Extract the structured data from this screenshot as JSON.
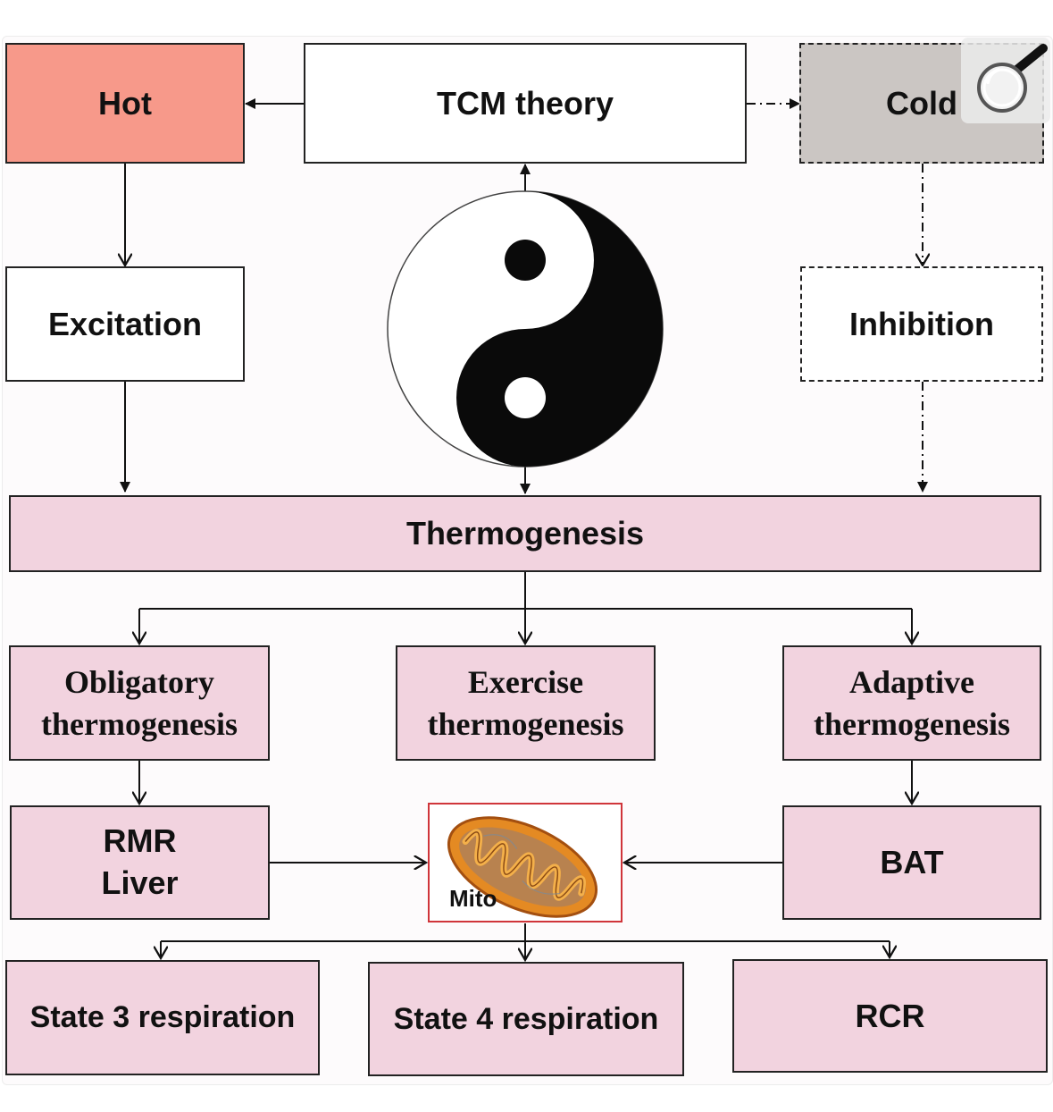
{
  "diagram": {
    "tcm_theory": "TCM theory",
    "hot": "Hot",
    "cold": "Cold",
    "excitation": "Excitation",
    "inhibition": "Inhibition",
    "thermogenesis": "Thermogenesis",
    "obligatory": "Obligatory\nthermogenesis",
    "exercise": "Exercise\nthermogenesis",
    "adaptive": "Adaptive\nthermogenesis",
    "rmr_liver": "RMR\nLiver",
    "bat": "BAT",
    "mito": "Mito",
    "state3": "State 3 respiration",
    "state4": "State 4 respiration",
    "rcr": "RCR"
  },
  "colors": {
    "hot": "#f7998a",
    "cold": "#cbc6c3",
    "pink": "#f2d3df",
    "mito_border": "#d0353a"
  },
  "icons": {
    "yin_yang": "yin-yang-icon",
    "mitochondrion": "mitochondrion-icon",
    "zoom": "magnifier-icon"
  }
}
